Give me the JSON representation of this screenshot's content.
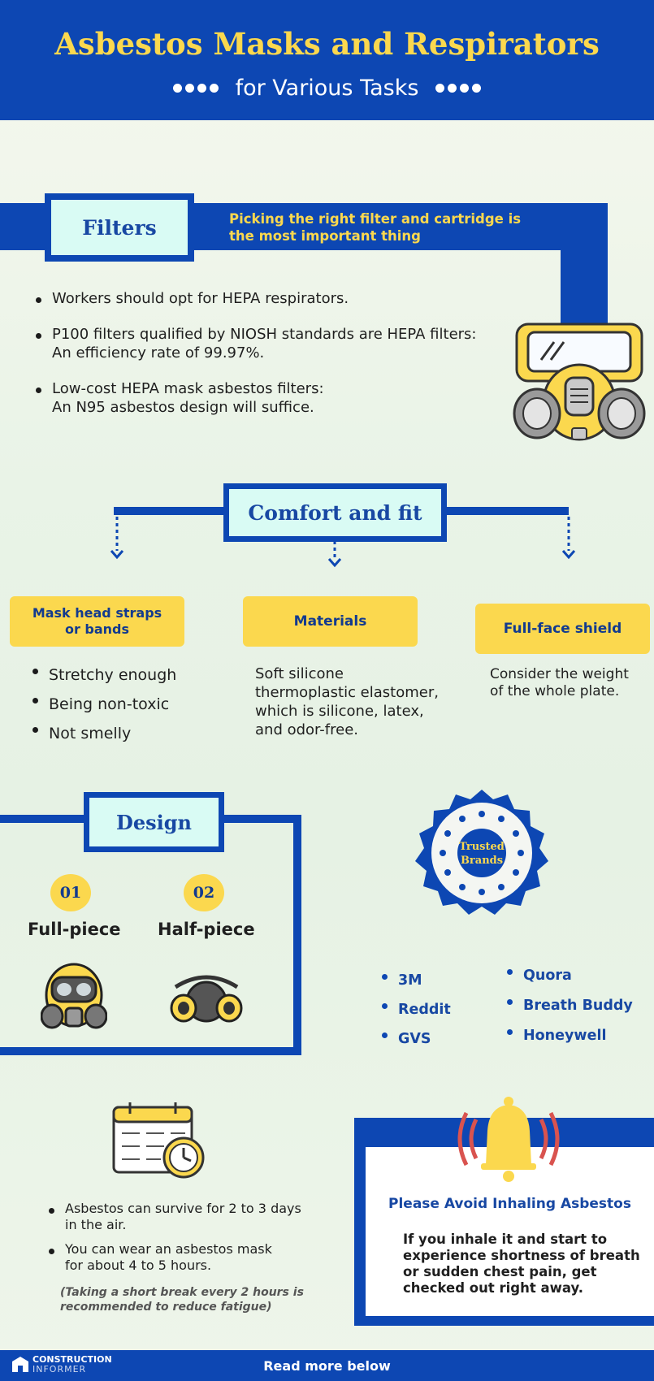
{
  "header": {
    "title": "Asbestos Masks and Respirators",
    "subtitle": "for Various Tasks"
  },
  "filters": {
    "label": "Filters",
    "tagline_line1": "Picking the right filter and cartridge is",
    "tagline_line2": "the most important thing",
    "bullets": [
      {
        "line1": "Workers should opt for HEPA respirators.",
        "line2": ""
      },
      {
        "line1": "P100 filters qualified by NIOSH standards are HEPA filters:",
        "line2": "An efficiency rate of 99.97%."
      },
      {
        "line1": "Low-cost HEPA mask asbestos filters:",
        "line2": "An N95 asbestos design will suffice."
      }
    ]
  },
  "comfort": {
    "label": "Comfort and fit",
    "straps": {
      "title_line1": "Mask head straps",
      "title_line2": "or bands",
      "items": [
        "Stretchy enough",
        "Being non-toxic",
        "Not smelly"
      ]
    },
    "materials": {
      "title": "Materials",
      "lines": [
        "Soft silicone",
        "thermoplastic elastomer,",
        "which is silicone, latex,",
        "and odor-free."
      ]
    },
    "shield": {
      "title": "Full-face shield",
      "lines": [
        "Consider the weight",
        "of the whole plate."
      ]
    }
  },
  "design": {
    "label": "Design",
    "items": [
      {
        "num": "01",
        "name": "Full-piece"
      },
      {
        "num": "02",
        "name": "Half-piece"
      }
    ]
  },
  "brands": {
    "badge_line1": "Trusted",
    "badge_line2": "Brands",
    "col1": [
      "3M",
      "Reddit",
      "GVS"
    ],
    "col2": [
      "Quora",
      "Breath Buddy",
      "Honeywell"
    ]
  },
  "time": {
    "bullets": [
      {
        "line1": "Asbestos can survive for 2 to 3 days",
        "line2": "in the air."
      },
      {
        "line1": "You can wear an asbestos mask",
        "line2": "for about 4 to 5 hours."
      }
    ],
    "note_line1": "(Taking a short break every 2 hours is",
    "note_line2": "recommended to reduce fatigue)"
  },
  "warning": {
    "title": "Please Avoid Inhaling Asbestos",
    "lines": [
      "If you inhale it and start to",
      "experience shortness of breath",
      "or sudden chest pain, get",
      "checked out right away."
    ]
  },
  "footer": {
    "brand_line1": "CONSTRUCTION",
    "brand_line2": "INFORMER",
    "cta": "Read more below"
  },
  "colors": {
    "blue": "#0d47b3",
    "yellow": "#fbd84e",
    "mint": "#d9fbf4",
    "red": "#d9534f"
  }
}
